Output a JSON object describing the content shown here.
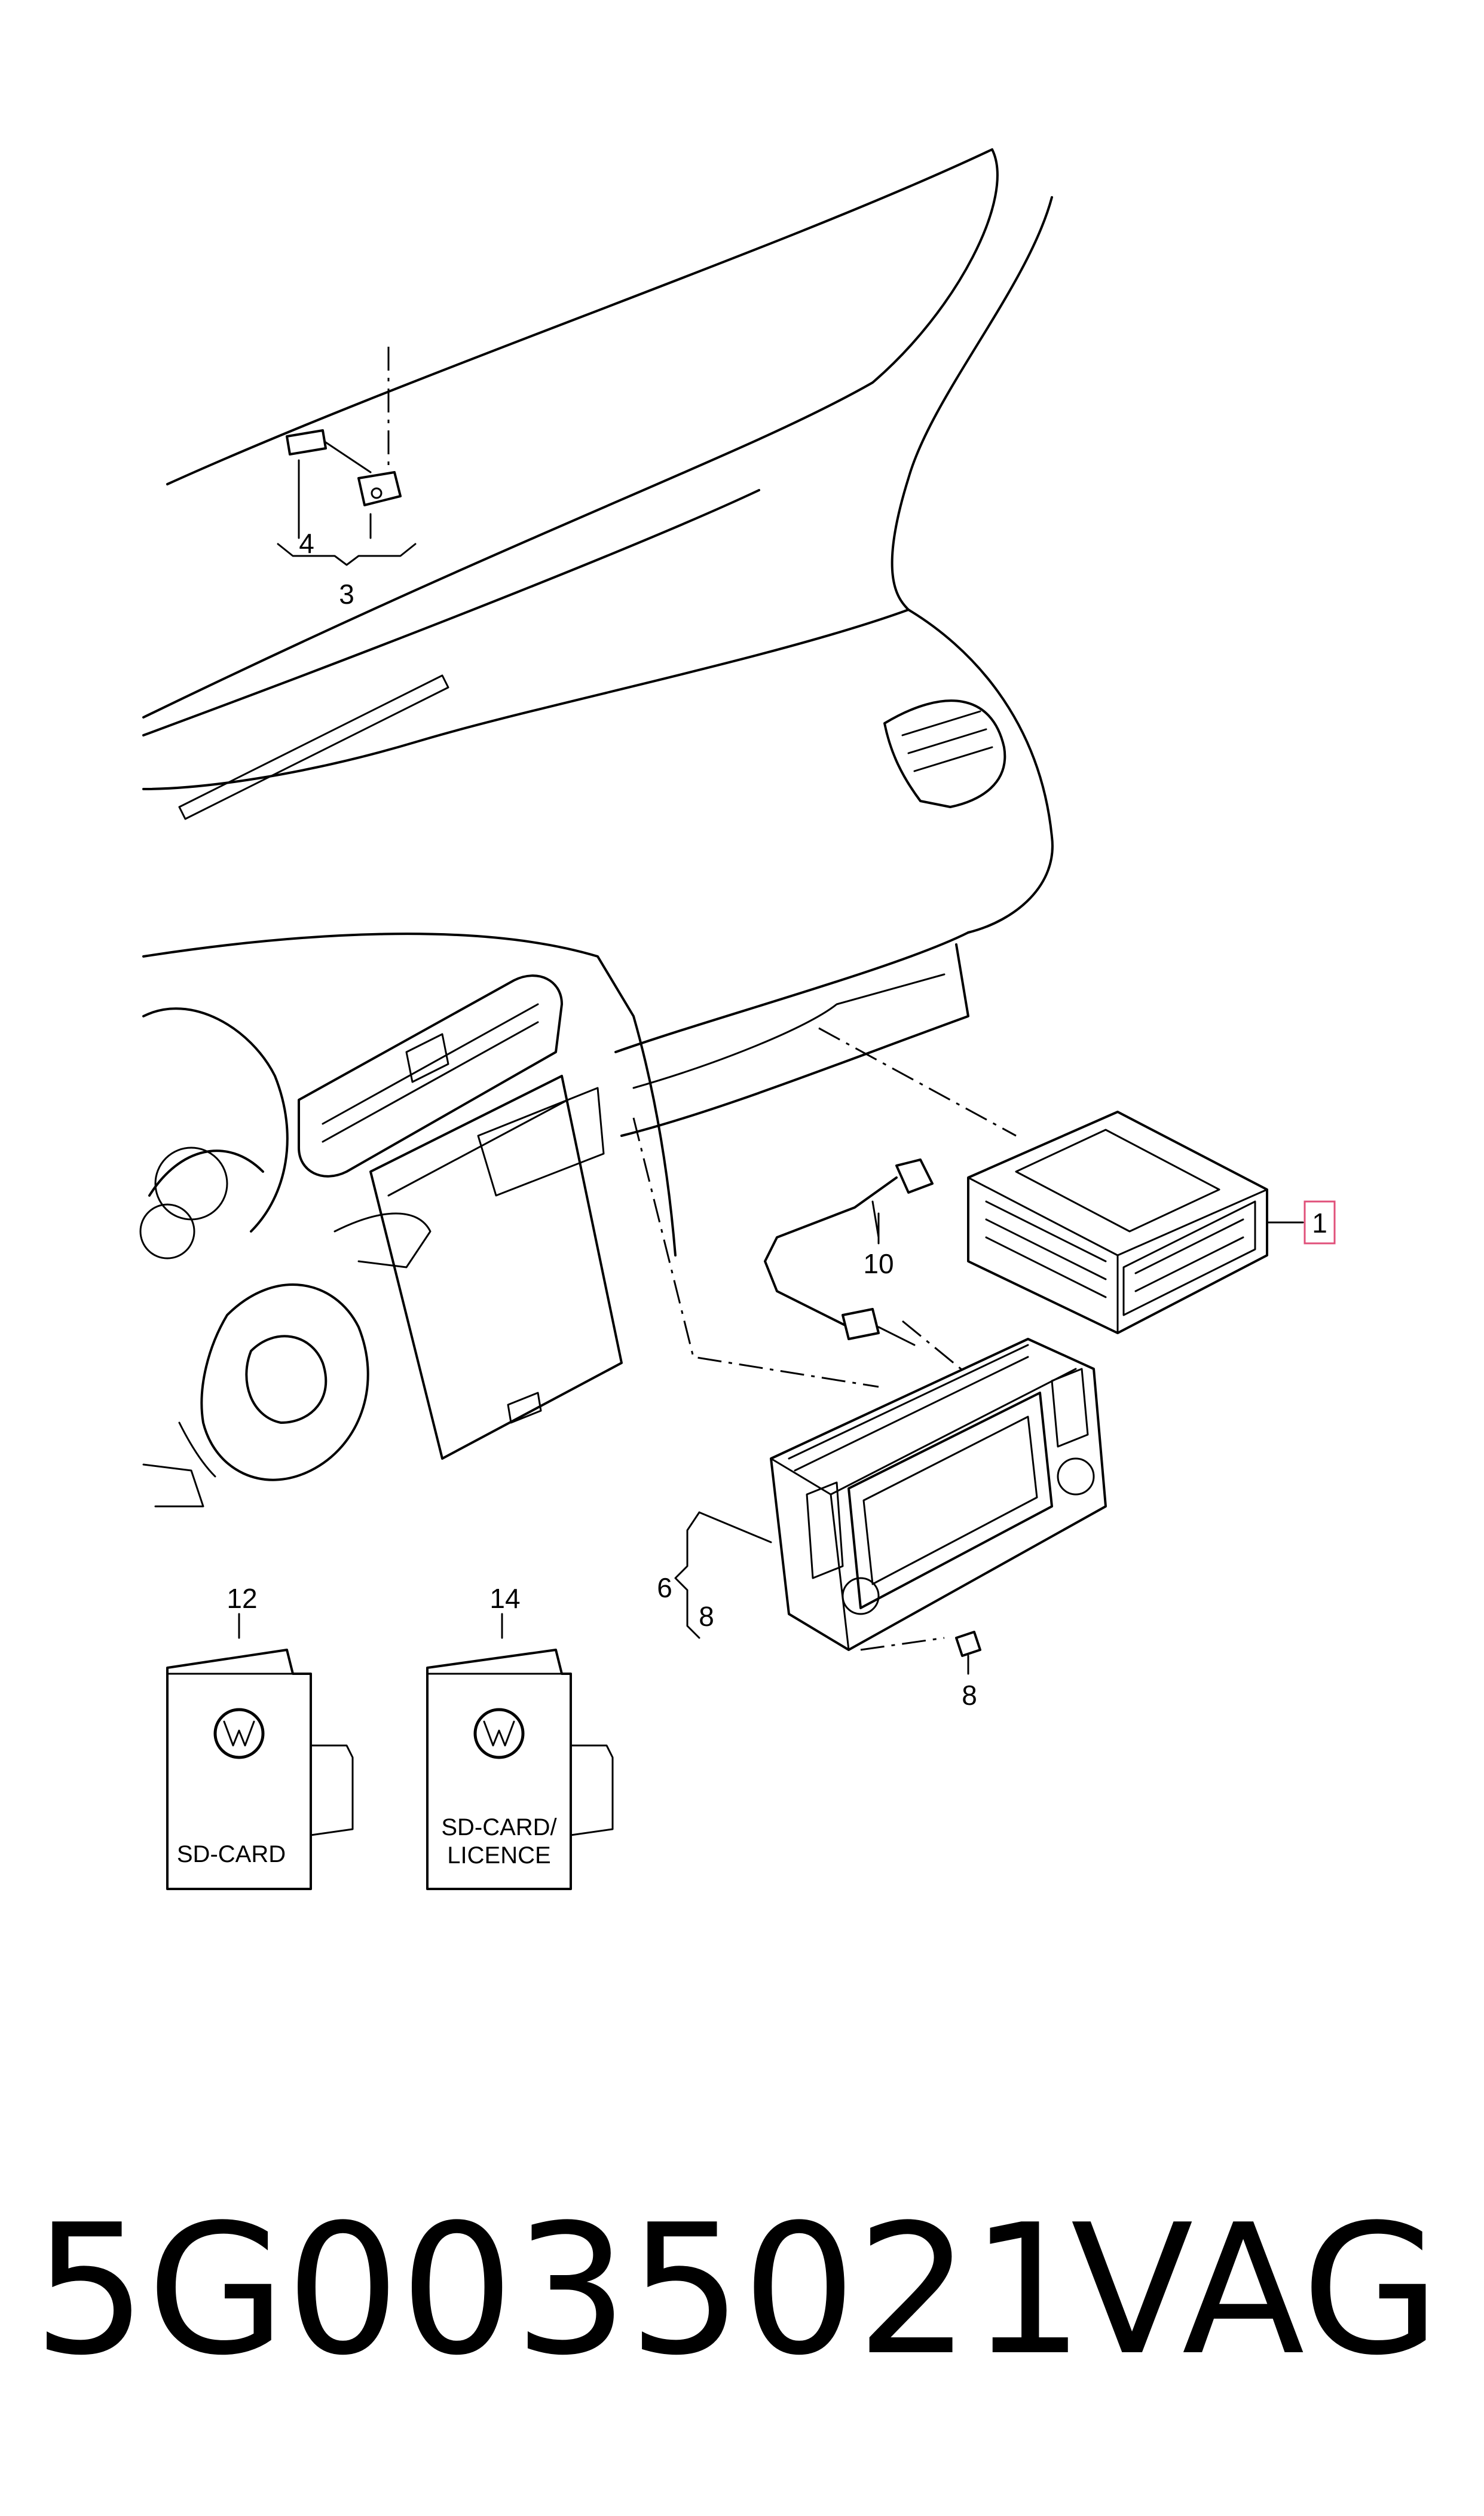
{
  "callouts": {
    "c1": "1",
    "c3": "3",
    "c4": "4",
    "c6": "6",
    "c8a": "8",
    "c8b": "8",
    "c10": "10",
    "c12": "12",
    "c14": "14"
  },
  "cards": {
    "card12_line1": "SD-CARD",
    "card14_line1": "SD-CARD/",
    "card14_line2": "LICENCE"
  },
  "footer": {
    "part_number": "5G0035021",
    "brand": "VAG"
  },
  "colors": {
    "highlight_box": "#e0507a",
    "line": "#000000"
  }
}
